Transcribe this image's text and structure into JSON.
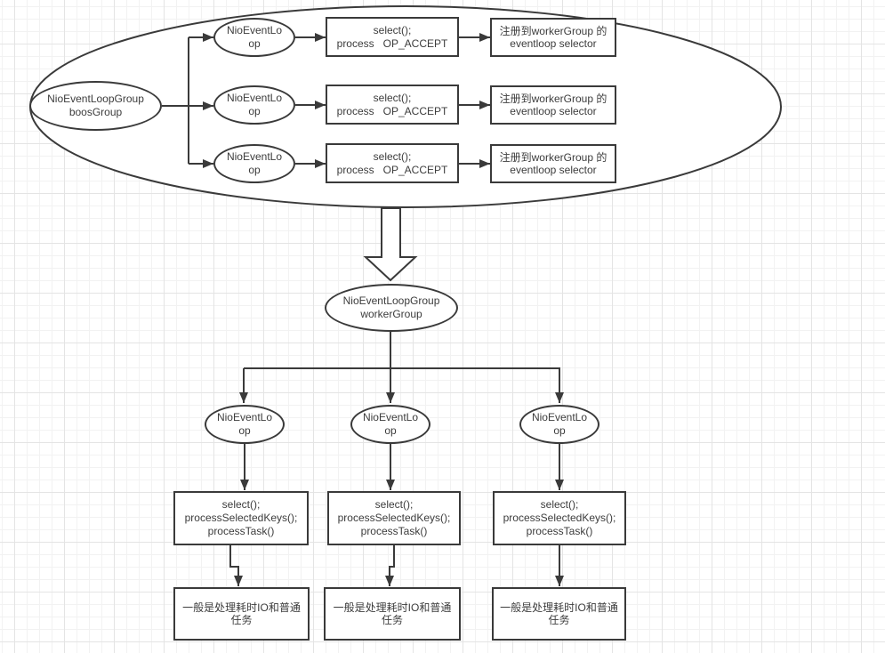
{
  "colors": {
    "stroke": "#3a3a3a",
    "text": "#3c3c3c",
    "shape_fill": "#ffffff",
    "grid_minor": "#f2f2f2",
    "grid_major": "#e4e4e4"
  },
  "boss_section": {
    "group_label": "NioEventLoopGroup\nboosGroup",
    "rows": [
      {
        "loop_label": "NioEventLo\nop",
        "select_label": "select();\nprocess   OP_ACCEPT",
        "register_label": "注册到workerGroup 的\neventloop selector"
      },
      {
        "loop_label": "NioEventLo\nop",
        "select_label": "select();\nprocess   OP_ACCEPT",
        "register_label": "注册到workerGroup 的\neventloop selector"
      },
      {
        "loop_label": "NioEventLo\nop",
        "select_label": "select();\nprocess   OP_ACCEPT",
        "register_label": "注册到workerGroup 的\neventloop selector"
      }
    ]
  },
  "worker_section": {
    "group_label": "NioEventLoopGroup\nworkerGroup",
    "columns": [
      {
        "loop_label": "NioEventLo\nop",
        "select_label": "select();\nprocessSelectedKeys();\nprocessTask()",
        "task_label": "一般是处理耗时IO和普通\n任务"
      },
      {
        "loop_label": "NioEventLo\nop",
        "select_label": "select();\nprocessSelectedKeys();\nprocessTask()",
        "task_label": "一般是处理耗时IO和普通\n任务"
      },
      {
        "loop_label": "NioEventLo\nop",
        "select_label": "select();\nprocessSelectedKeys();\nprocessTask()",
        "task_label": "一般是处理耗时IO和普通\n任务"
      }
    ]
  }
}
